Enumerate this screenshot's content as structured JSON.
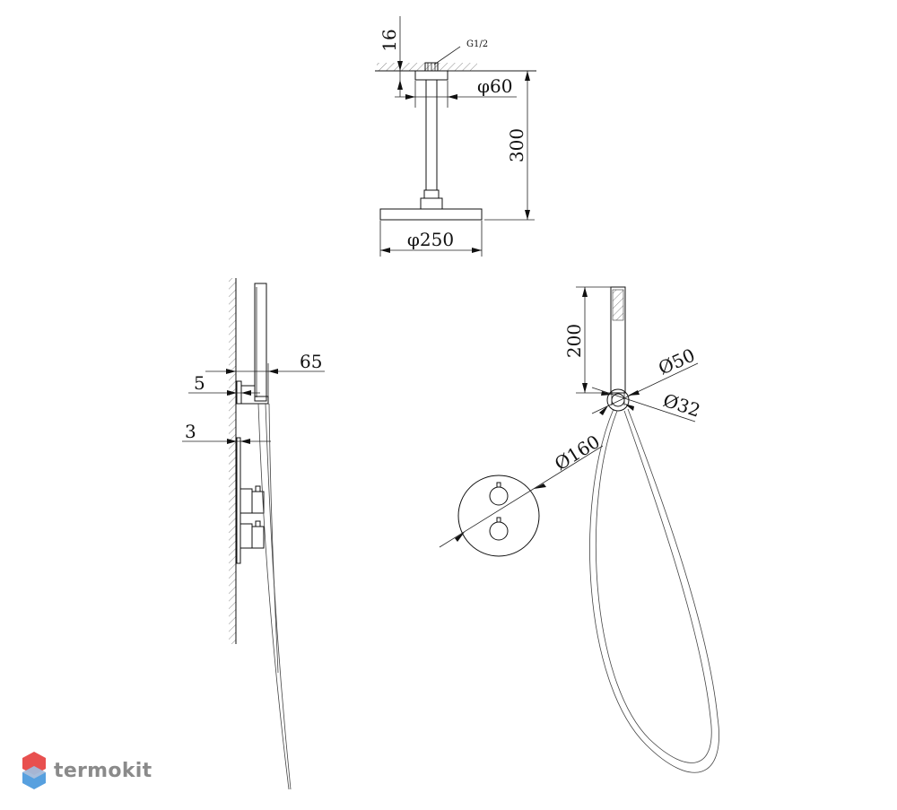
{
  "top_view": {
    "thread_label": "G1/2",
    "dim_height_flange": "16",
    "dim_flange_diameter": "φ60",
    "dim_arm_length": "300",
    "dim_head_diameter": "φ250"
  },
  "side_view": {
    "dim_holder_depth": "65",
    "dim_holder_plate": "5",
    "dim_plate_thickness": "3"
  },
  "front_view": {
    "dim_handshower_length": "200",
    "dim_holder_outer": "Ø50",
    "dim_holder_inner": "Ø32",
    "dim_mixer_plate": "Ø160"
  },
  "logo": {
    "text": "termokit",
    "colors": {
      "top": "#e8504f",
      "bottom": "#3a8fd9",
      "text": "#8a8a8a"
    }
  }
}
